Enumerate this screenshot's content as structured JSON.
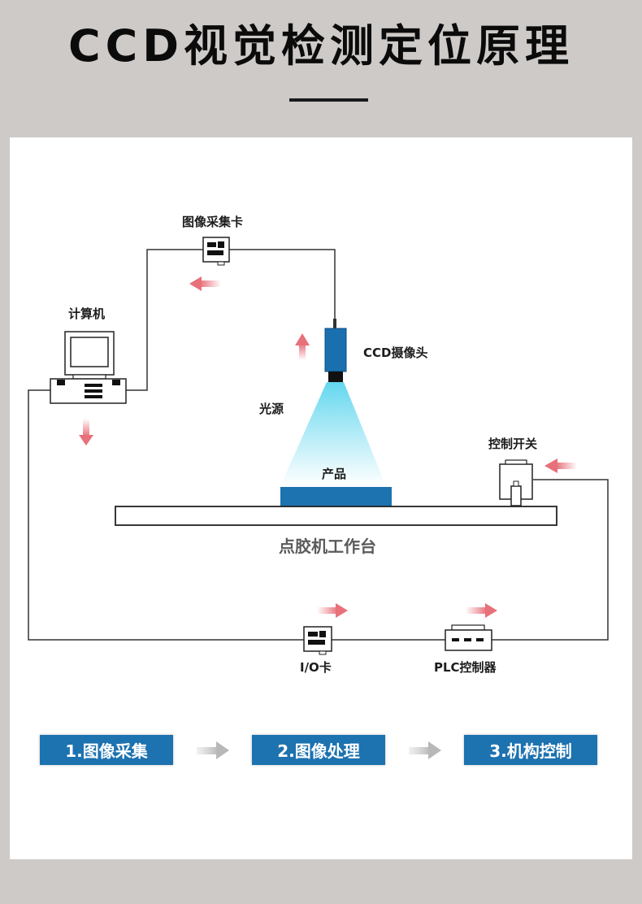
{
  "title": "CCD视觉检测定位原理",
  "labels": {
    "capture_card": "图像采集卡",
    "computer": "计算机",
    "camera": "CCD摄像头",
    "light": "光源",
    "product": "产品",
    "switch": "控制开关",
    "table": "点胶机工作台",
    "io_card": "I/O卡",
    "plc": "PLC控制器"
  },
  "steps": [
    {
      "label": "1.图像采集"
    },
    {
      "label": "2.图像处理"
    },
    {
      "label": "3.机构控制"
    }
  ],
  "colors": {
    "step_blue": "#1d72b0",
    "camera_blue": "#1a6faf",
    "product_blue": "#1d72b0",
    "arrow_red": "#e8707a",
    "light_cyan": "#7fe3f2"
  }
}
